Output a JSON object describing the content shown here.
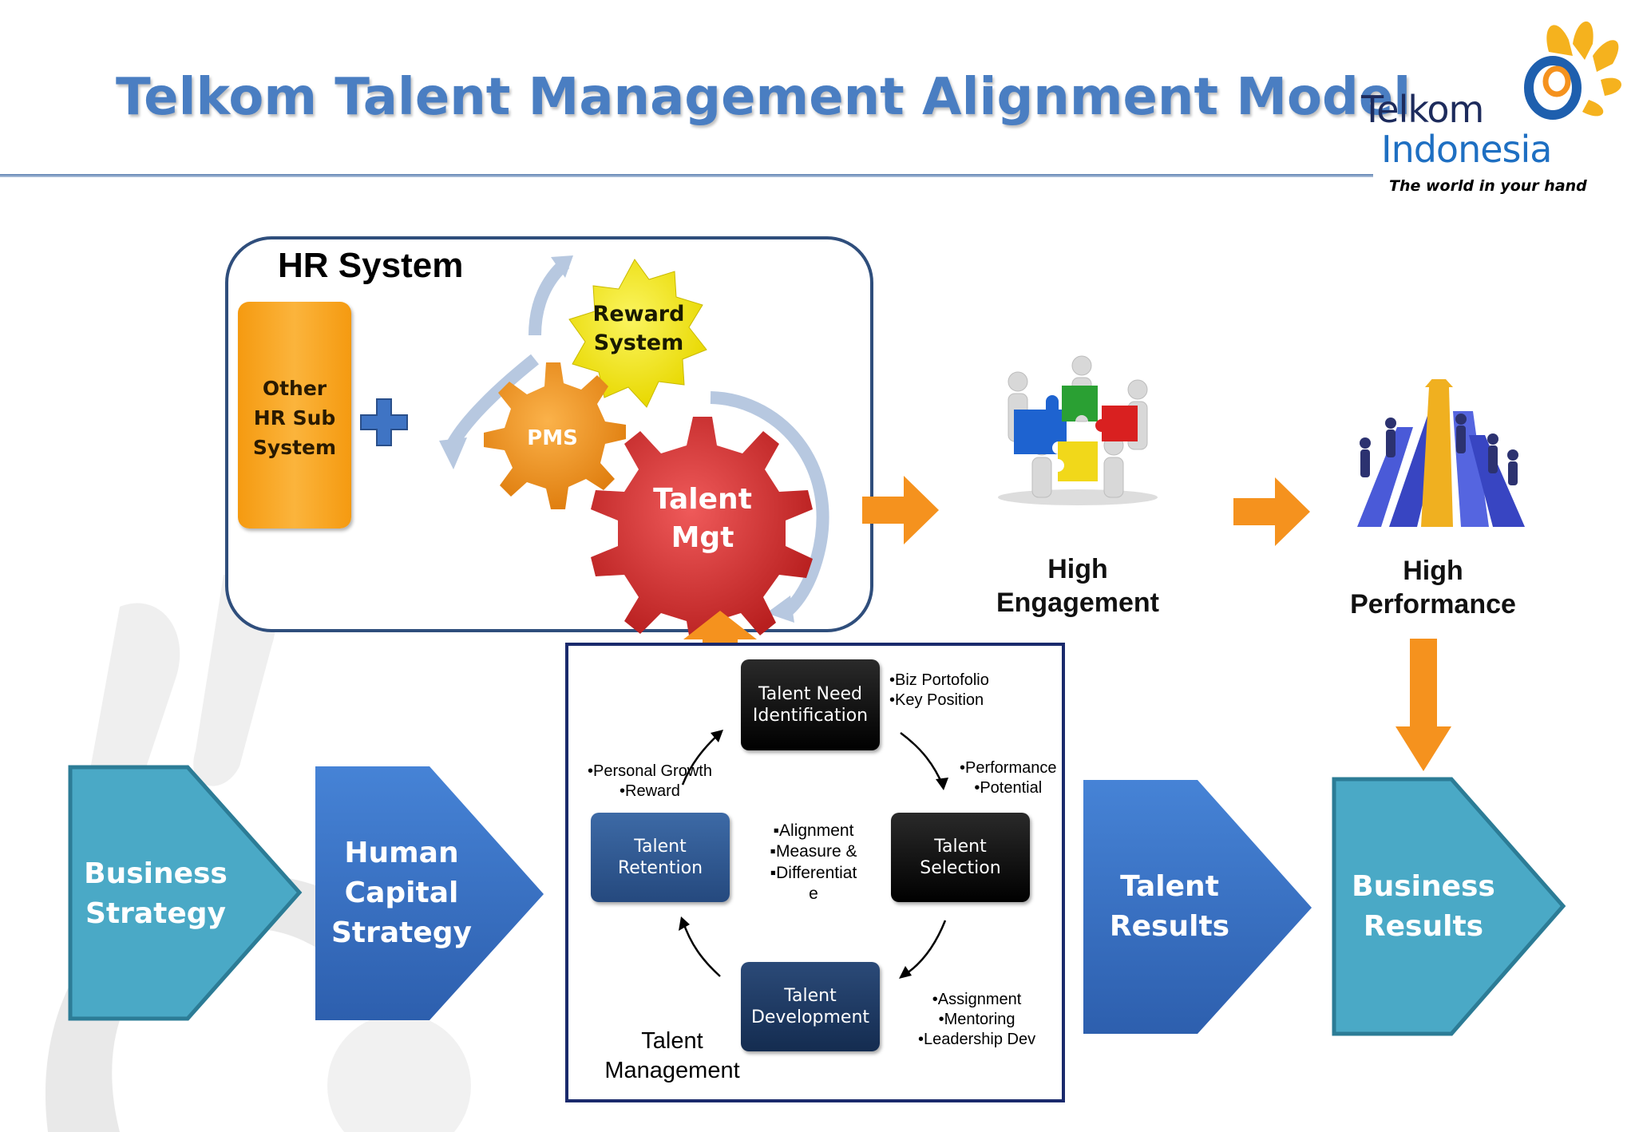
{
  "title": "Telkom Talent Management Alignment Model",
  "logo": {
    "line1": "Telkom",
    "line2": "Indonesia",
    "tagline": "The world in your hand"
  },
  "hr_system": {
    "heading": "HR System",
    "other_hr": [
      "Other",
      "HR Sub",
      "System"
    ],
    "reward": [
      "Reward",
      "System"
    ],
    "pms": "PMS",
    "talent_mgt": [
      "Talent",
      "Mgt"
    ]
  },
  "outcomes": {
    "engagement": [
      "High",
      "Engagement"
    ],
    "performance": [
      "High",
      "Performance"
    ]
  },
  "chevrons": {
    "business_strategy": [
      "Business",
      "Strategy"
    ],
    "human_capital": [
      "Human",
      "Capital",
      "Strategy"
    ],
    "talent_results": [
      "Talent",
      "Results"
    ],
    "business_results": [
      "Business",
      "Results"
    ]
  },
  "talent_management": {
    "caption": [
      "Talent",
      "Management"
    ],
    "need": [
      "Talent Need",
      "Identification"
    ],
    "selection": [
      "Talent",
      "Selection"
    ],
    "development": [
      "Talent",
      "Development"
    ],
    "retention": [
      "Talent",
      "Retention"
    ],
    "center": [
      "▪Alignment",
      "▪Measure &",
      "▪Differentiat",
      "e"
    ],
    "notes_need": [
      "•Biz Portofolio",
      "•Key Position"
    ],
    "notes_selection": [
      "•Performance",
      "•Potential"
    ],
    "notes_development": [
      "•Assignment",
      "•Mentoring",
      "•Leadership Dev"
    ],
    "notes_retention": [
      "•Personal Growth",
      "•Reward"
    ]
  },
  "colors": {
    "title": "#4a7ec2",
    "teal": "#4aa9c6",
    "blue": "#3f74c4",
    "orange": "#f5921e",
    "dark_navy": "#1d3557",
    "gear_red": "#d63232",
    "gear_orange": "#f59a25",
    "gear_yellow": "#f5ea10"
  }
}
